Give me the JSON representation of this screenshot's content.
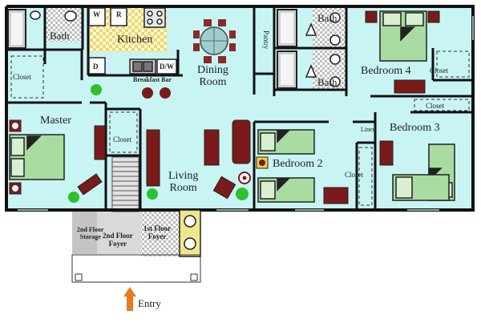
{
  "plan": {
    "rooms": {
      "master": "Master",
      "living": "Living\nRoom",
      "dining": "Dining\nRoom",
      "kitchen": "Kitchen",
      "bedroom2": "Bedroom 2",
      "bedroom3": "Bedroom 3",
      "bedroom4": "Bedroom 4"
    },
    "spaces": {
      "bath_left": "Bath",
      "bath_top_right": "Bath",
      "bath_mid_right": "Bath",
      "pantry": "Pantry",
      "closet_master_top": "Closet",
      "closet_stair": "Closet",
      "closet_bed2": "Closet",
      "closet_bed3_top": "Closet",
      "closet_bed4": "Closet",
      "linen": "Linen",
      "breakfast_bar": "Breakfast Bar",
      "foyer_2nd": "2nd Floor\nFoyer",
      "foyer_1st": "1st Floor\nFoyer",
      "storage_2nd": "2nd Floor\nStorage"
    },
    "appliances": {
      "washer": "W",
      "refrigerator": "R",
      "dryer": "D",
      "dishwasher": "D/W"
    },
    "entry": "Entry",
    "colors": {
      "floor": "#c8f4f4",
      "wall": "#111111",
      "bed": "#a8dca0",
      "furniture": "#7a1a1a",
      "tile": "#d8d8d8",
      "counter": "#f0e68c",
      "plant": "#2ec02e",
      "entry_arrow": "#e87a1e"
    }
  }
}
